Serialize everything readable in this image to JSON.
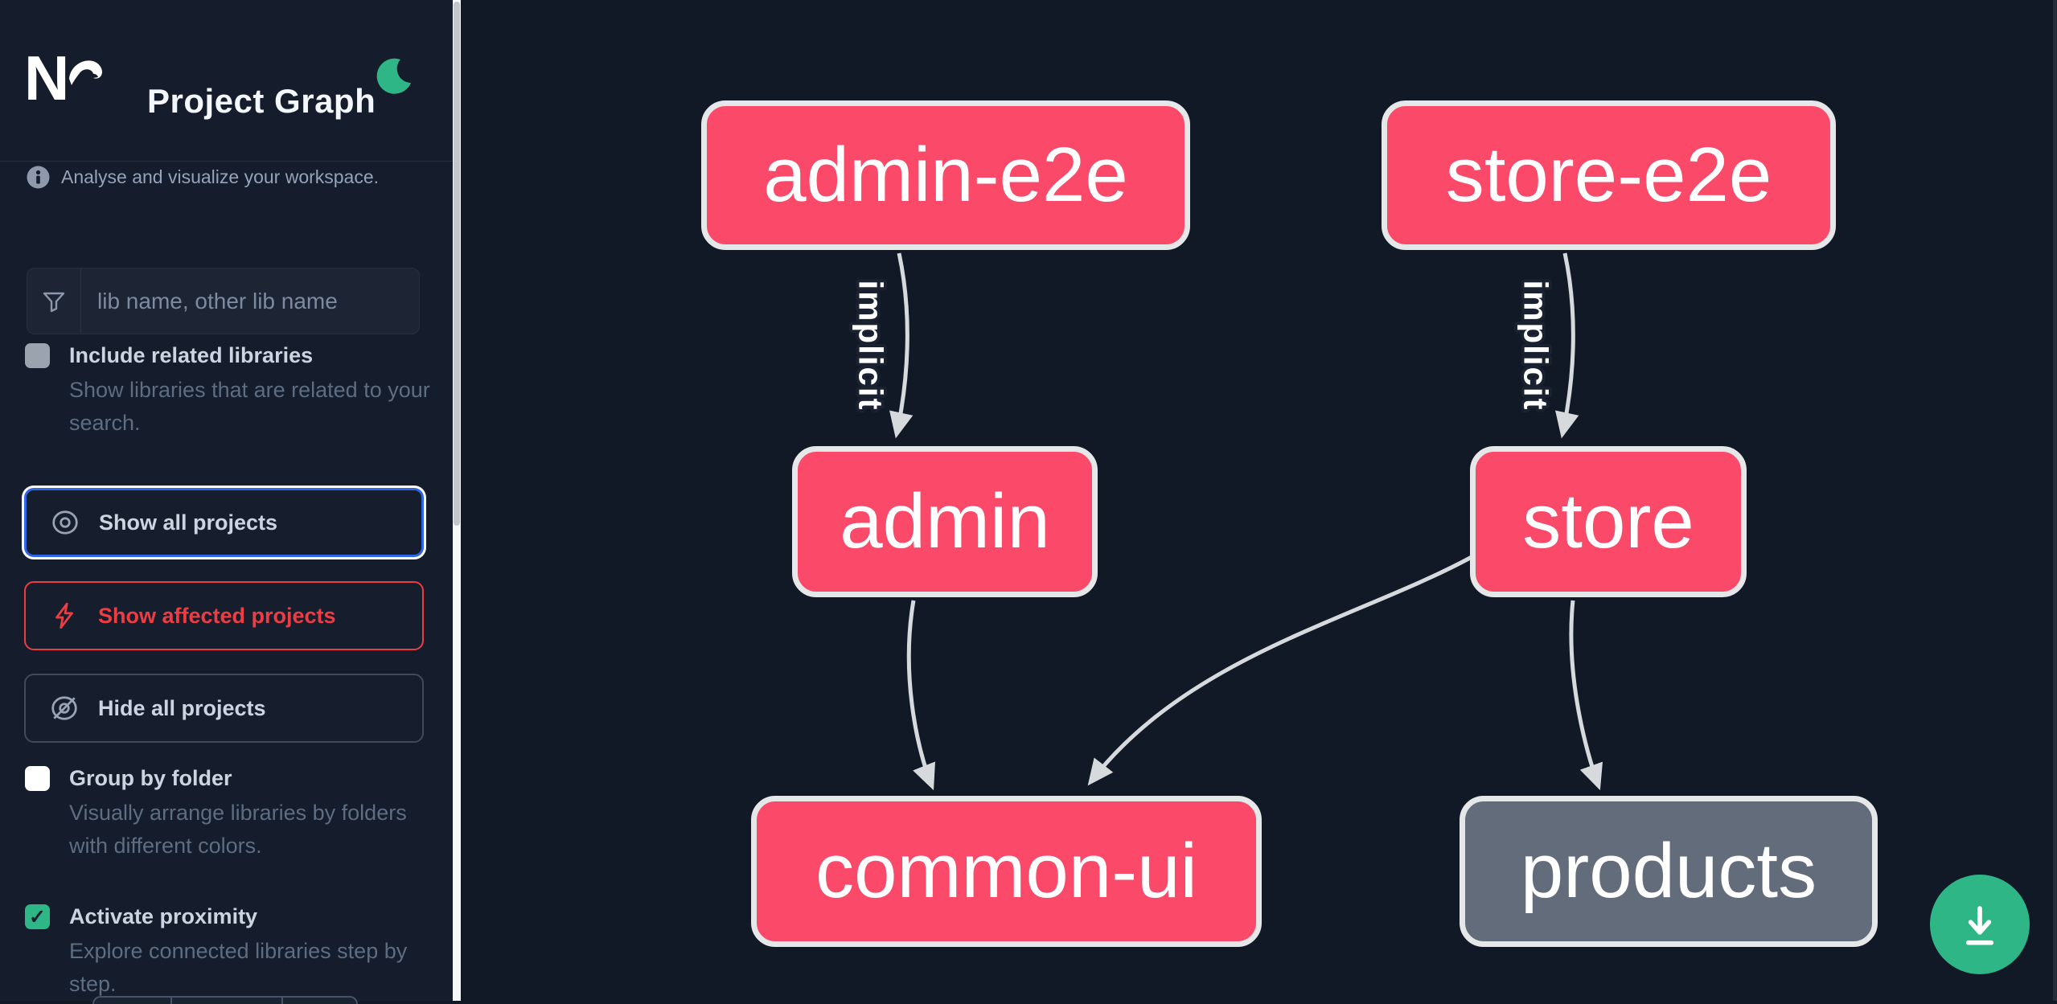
{
  "app": {
    "title": "Project Graph",
    "logo": "Nx"
  },
  "theme": {
    "node_affected": "#fb4a69",
    "node_muted": "#636c7a",
    "accent_green": "#2fb686",
    "focus_blue": "#2f66e5",
    "danger_red": "#ee3d42",
    "edge_gray": "#d7dadd"
  },
  "sidebar": {
    "tagline": "Analyse and visualize your workspace.",
    "search": {
      "placeholder": "lib name, other lib name",
      "value": ""
    },
    "options": [
      {
        "label": "Include related libraries",
        "description": "Show libraries that are related to your search.",
        "checked": false
      },
      {
        "label": "Group by folder",
        "description": "Visually arrange libraries by folders with different colors.",
        "checked": false
      },
      {
        "label": "Activate proximity",
        "description": "Explore connected libraries step by step.",
        "checked": true
      }
    ],
    "actions": [
      {
        "label": "Show all projects"
      },
      {
        "label": "Show affected projects"
      },
      {
        "label": "Hide all projects"
      }
    ]
  },
  "graph": {
    "nodes": [
      {
        "label": "admin-e2e",
        "color_role": "affected"
      },
      {
        "label": "store-e2e",
        "color_role": "affected"
      },
      {
        "label": "admin",
        "color_role": "affected"
      },
      {
        "label": "store",
        "color_role": "affected"
      },
      {
        "label": "common-ui",
        "color_role": "affected"
      },
      {
        "label": "products",
        "color_role": "muted"
      }
    ],
    "edges": [
      {
        "from": "admin-e2e",
        "to": "admin",
        "label": "implicit"
      },
      {
        "from": "store-e2e",
        "to": "store",
        "label": "implicit"
      },
      {
        "from": "admin",
        "to": "common-ui",
        "label": ""
      },
      {
        "from": "store",
        "to": "common-ui",
        "label": ""
      },
      {
        "from": "store",
        "to": "products",
        "label": ""
      }
    ]
  }
}
